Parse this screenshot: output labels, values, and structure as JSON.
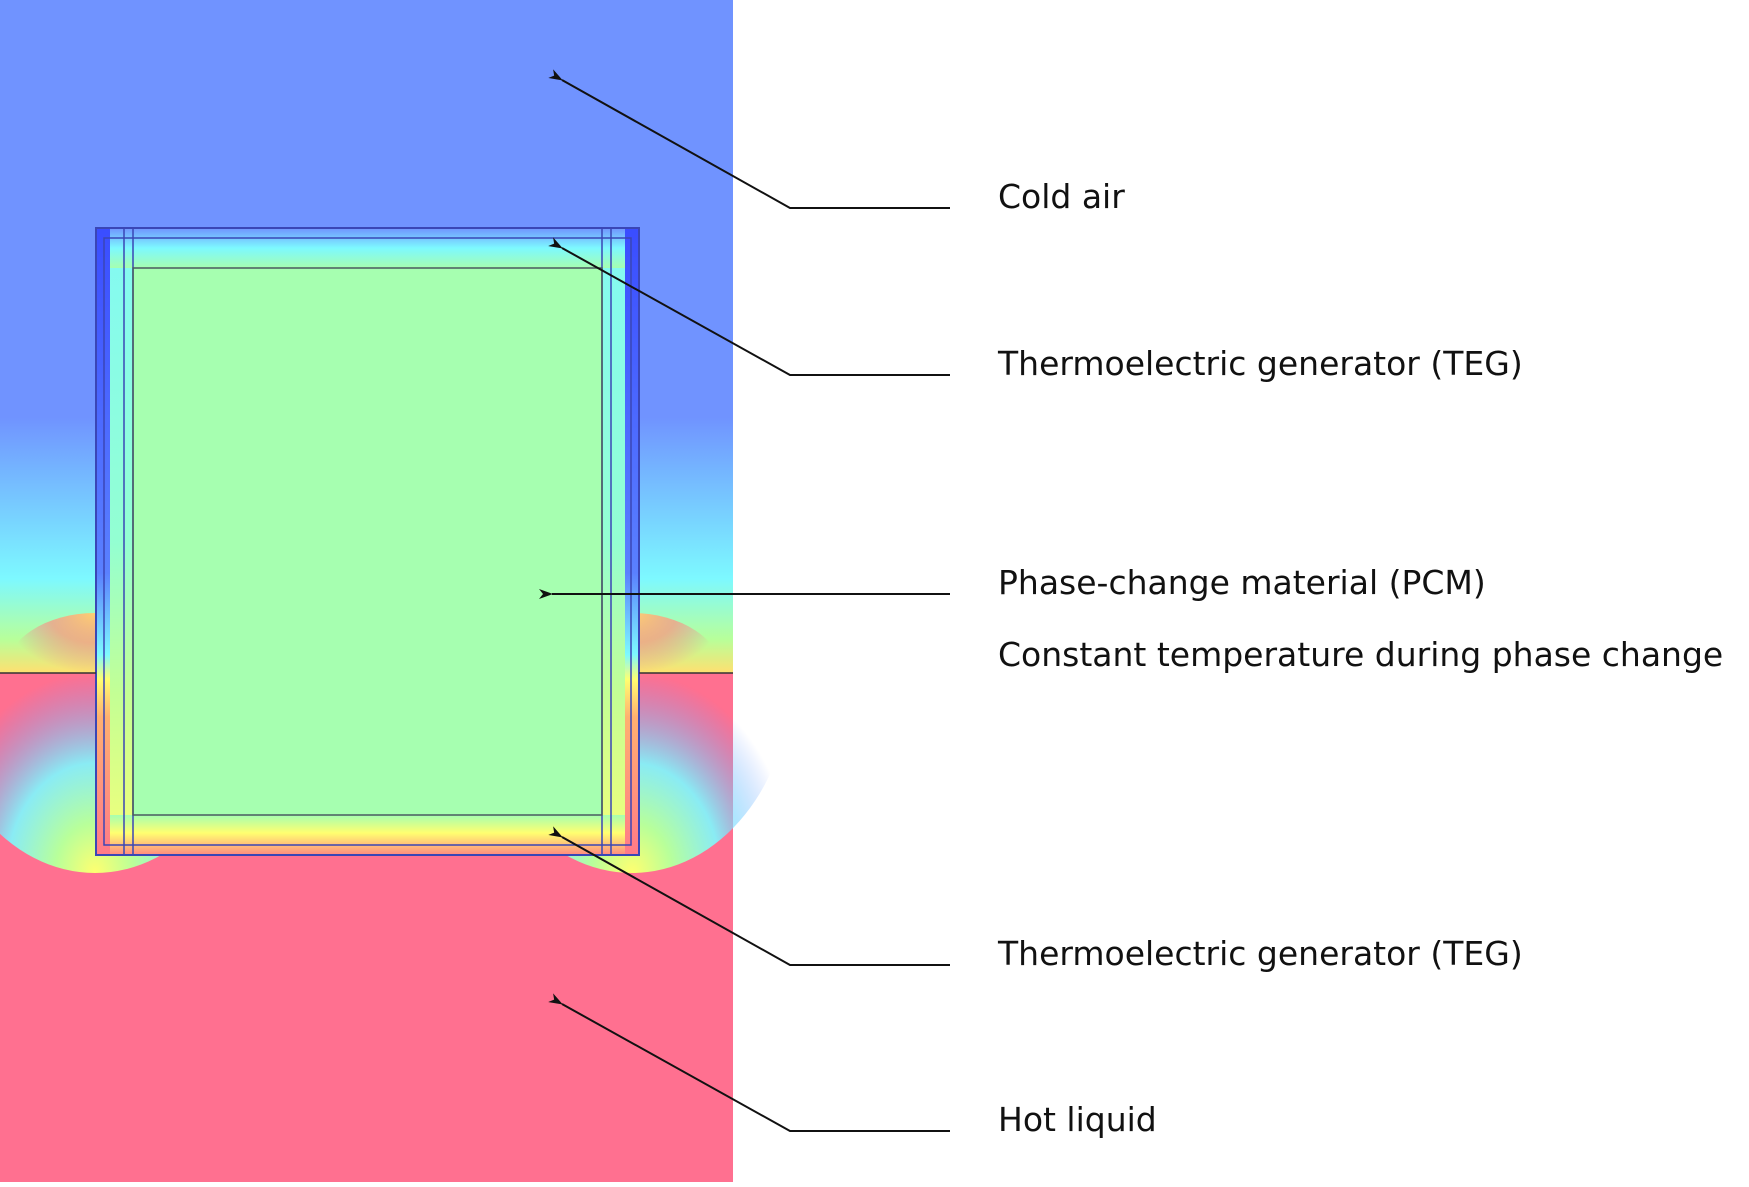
{
  "colors": {
    "cold_air": "#7093ff",
    "hot_liquid": "#ff7090",
    "pcm": "#a6ffb0",
    "cyan": "#7df9ff",
    "yellow": "#ffff70",
    "outline_blue": "#3a46b6",
    "outline_dark": "#4a5a60",
    "arrow": "#111111"
  },
  "labels": {
    "cold_air": "Cold air",
    "teg_top": "Thermoelectric generator (TEG)",
    "pcm": "Phase-change material (PCM)",
    "pcm_note": "Constant temperature during phase change",
    "teg_bottom": "Thermoelectric generator (TEG)",
    "hot_liquid": "Hot liquid"
  }
}
